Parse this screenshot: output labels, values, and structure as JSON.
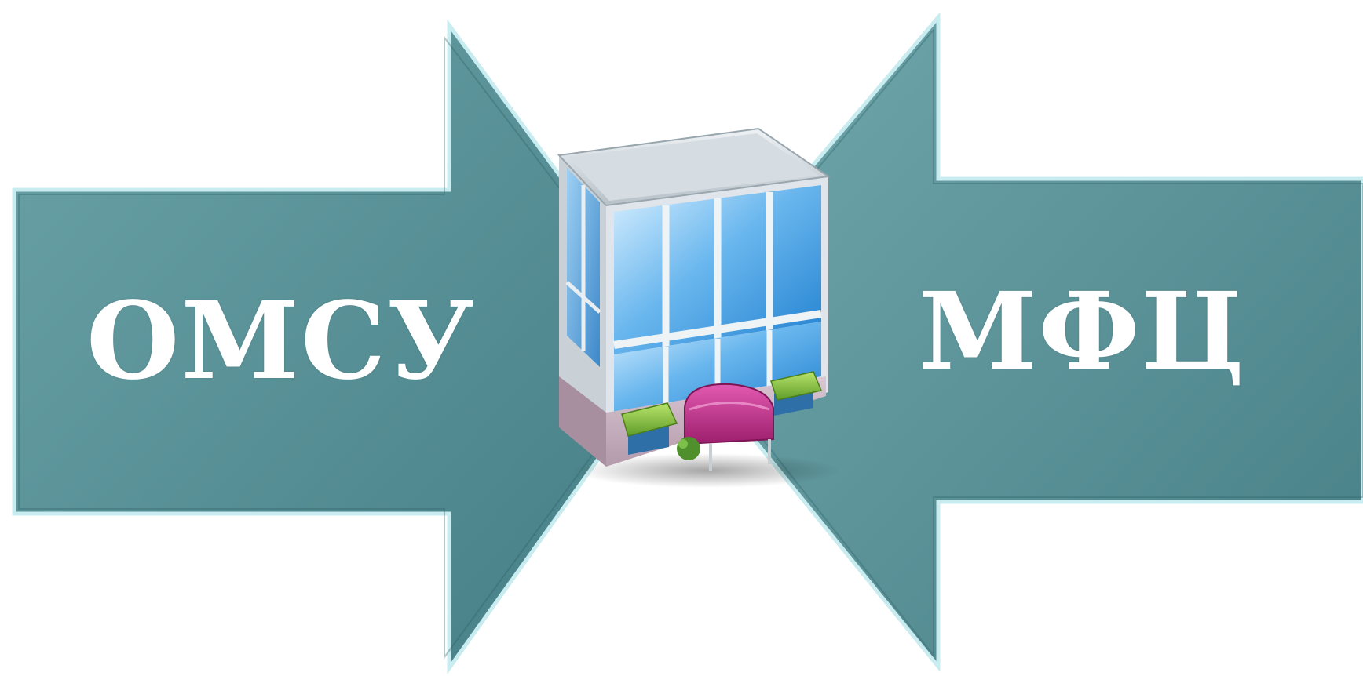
{
  "diagram": {
    "left_arrow": {
      "label": "ОМСУ",
      "direction": "right"
    },
    "right_arrow": {
      "label": "МФЦ",
      "direction": "left"
    },
    "center_icon": "office-building-icon",
    "colors": {
      "arrow_fill_dark": "#4f8a90",
      "arrow_fill_light": "#6da3a8",
      "arrow_border": "#bfe6ea",
      "label_text": "#ffffff",
      "awning_pink": "#c4348c",
      "awning_green": "#8bc34a",
      "glass_blue": "#5aa9e6"
    }
  }
}
